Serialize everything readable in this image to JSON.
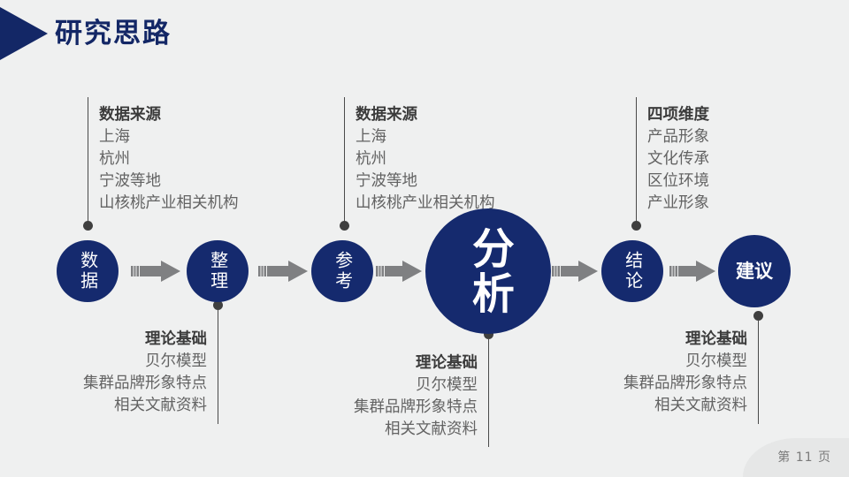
{
  "slide": {
    "title": "研究思路",
    "page_label": "第 11 页",
    "colors": {
      "background": "#eff0f0",
      "navy": "#152a6e",
      "title_navy": "#132766",
      "arrow_gray": "#7f8082",
      "text_gray": "#636363",
      "heading_gray": "#3b3b3b",
      "dot_gray": "#3f3f3f"
    },
    "icons": {
      "title_marker": "right-triangle-icon",
      "flow_arrow": "right-arrow-icon",
      "connector_dot": "dot-icon"
    }
  },
  "top_callouts": [
    {
      "heading": "数据来源",
      "lines": [
        "上海",
        "杭州",
        "宁波等地",
        "山核桃产业相关机构"
      ]
    },
    {
      "heading": "数据来源",
      "lines": [
        "上海",
        "杭州",
        "宁波等地",
        "山核桃产业相关机构"
      ]
    },
    {
      "heading": "四项维度",
      "lines": [
        "产品形象",
        "文化传承",
        "区位环境",
        "产业形象"
      ]
    }
  ],
  "bottom_callouts": [
    {
      "heading": "理论基础",
      "lines": [
        "贝尔模型",
        "集群品牌形象特点",
        "相关文献资料"
      ]
    },
    {
      "heading": "理论基础",
      "lines": [
        "贝尔模型",
        "集群品牌形象特点",
        "相关文献资料"
      ]
    },
    {
      "heading": "理论基础",
      "lines": [
        "贝尔模型",
        "集群品牌形象特点",
        "相关文献资料"
      ]
    }
  ],
  "flow": {
    "steps": [
      {
        "label": "数据",
        "size": "small"
      },
      {
        "label": "整理",
        "size": "small"
      },
      {
        "label": "参考",
        "size": "small"
      },
      {
        "label": "分析",
        "size": "big"
      },
      {
        "label": "结论",
        "size": "small"
      },
      {
        "label": "建议",
        "size": "last"
      }
    ],
    "arrow_count": 5
  }
}
